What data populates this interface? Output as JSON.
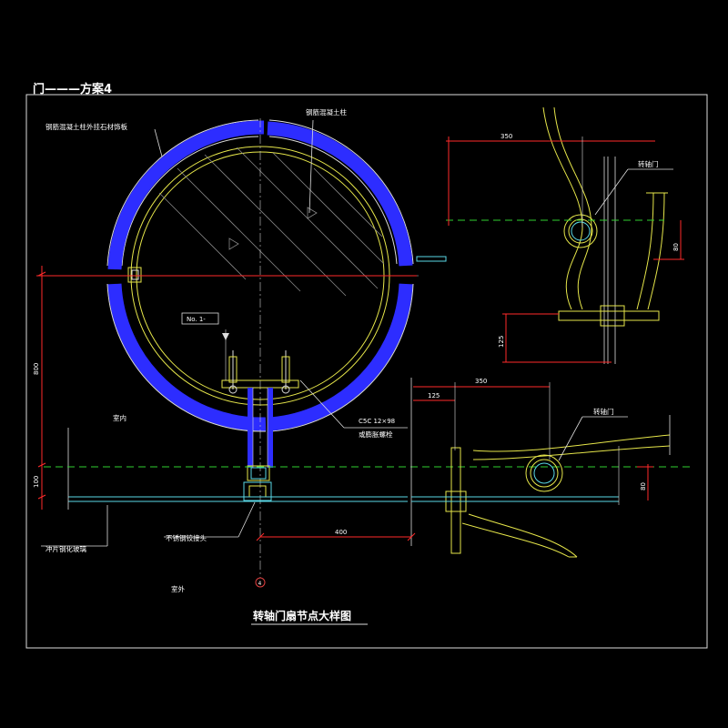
{
  "sheet_title": "门———方案4",
  "drawing_title": "转轴门扇节点大样图",
  "labels": {
    "stone_facing": "钢筋混凝土柱外挂石材饰板",
    "rc_column": "钢筋混凝土柱",
    "indoor": "室内",
    "outdoor": "室外",
    "pivot_door_top": "转轴门",
    "pivot_door_bottom": "转轴门",
    "section_no": "No. 1-",
    "channel": "C5C  12×98",
    "expansion_bolt": "或膨胀螺栓",
    "glass": "冲片钢化玻璃",
    "hinge": "不锈钢铰接头",
    "axis_no": "4"
  },
  "dimensions": {
    "dim_350_top": "350",
    "dim_350_mid": "350",
    "dim_125": "125",
    "dim_400": "400",
    "dim_800": "800",
    "dim_100_left": "100",
    "dim_80_top": "80",
    "dim_80_bottom": "80",
    "dim_125_vertical": "125"
  },
  "colors": {
    "background": "#000000",
    "dimension": "#ff2a2a",
    "outline": "#e6e64a",
    "cladding": "#3a3aff",
    "centerline": "#2fd02f",
    "glass": "#5ad8e6",
    "text": "#ffffff"
  }
}
